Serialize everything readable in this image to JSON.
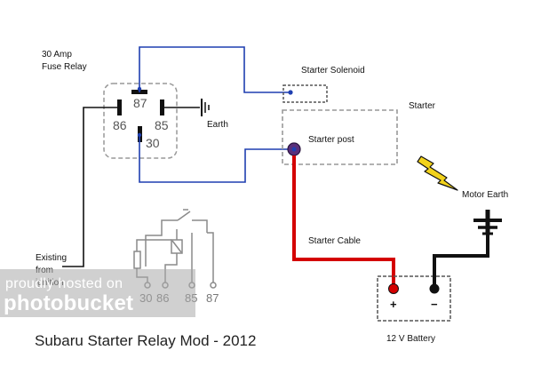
{
  "labels": {
    "fuse_relay_line1": "30 Amp",
    "fuse_relay_line2": "Fuse Relay",
    "earth": "Earth",
    "starter_solenoid": "Starter Solenoid",
    "starter": "Starter",
    "starter_post": "Starter post",
    "motor_earth": "Motor Earth",
    "starter_cable": "Starter Cable",
    "existing_line1": "Existing",
    "existing_line2": "from",
    "existing_line3": "ignition",
    "battery": "12 V Battery",
    "battery_plus": "+",
    "battery_minus": "−",
    "title": "Subaru Starter Relay Mod - 2012"
  },
  "relay_pins": {
    "pin87": "87",
    "pin86": "86",
    "pin85": "85",
    "pin30": "30"
  },
  "schematic_pins": {
    "p30": "30",
    "p86": "86",
    "p85": "85",
    "p87": "87"
  },
  "watermark": {
    "line1": "proudly hosted on",
    "line2": "photobucket"
  },
  "colors": {
    "blue_wire": "#1f3fb0",
    "red_wire": "#d40000",
    "black_wire": "#111111",
    "bolt": "#f2d21b"
  }
}
